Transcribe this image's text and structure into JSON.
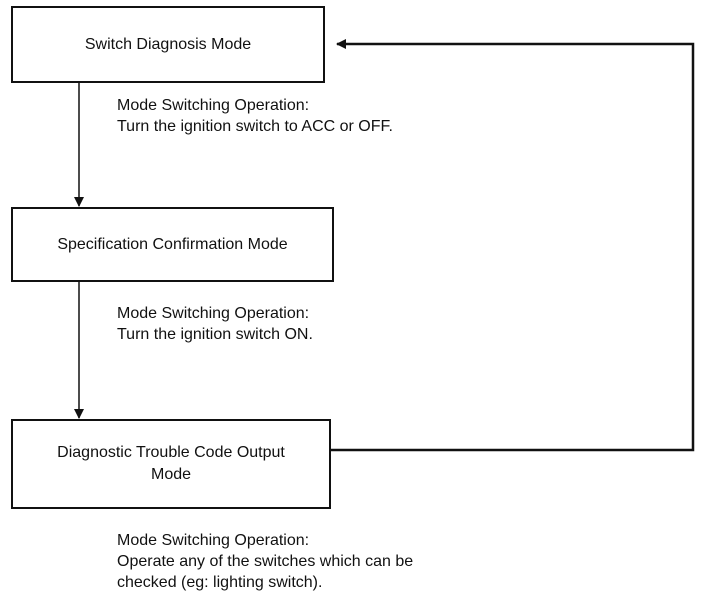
{
  "nodes": {
    "switch_diagnosis": {
      "label": "Switch Diagnosis Mode"
    },
    "specification_confirmation": {
      "label": "Specification Confirmation Mode"
    },
    "dtc_output": {
      "label": "Diagnostic Trouble Code Output Mode"
    }
  },
  "transitions": [
    {
      "heading": "Mode Switching Operation:",
      "text": "Turn the ignition switch to ACC or OFF."
    },
    {
      "heading": "Mode Switching Operation:",
      "text": "Turn the ignition switch ON."
    },
    {
      "heading": "Mode Switching Operation:",
      "text": "Operate any of the switches which can be\nchecked (eg: lighting switch)."
    }
  ],
  "colors": {
    "line": "#111111",
    "background": "#ffffff"
  }
}
